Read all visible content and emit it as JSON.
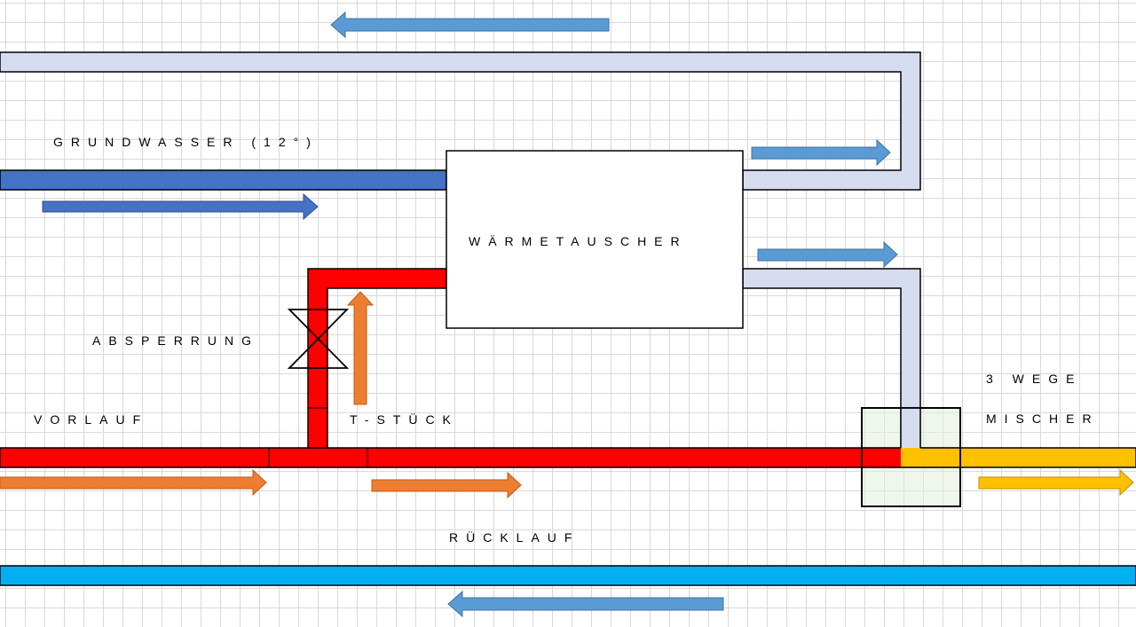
{
  "labels": {
    "grundwasser": "GRUNDWASSER (12°)",
    "waermetauscher": "WÄRMETAUSCHER",
    "absperrung": "ABSPERRUNG",
    "vorlauf": "VORLAUF",
    "t_stueck": "T-STÜCK",
    "mischer_line1": "3 WEGE",
    "mischer_line2": "MISCHER",
    "ruecklauf": "RÜCKLAUF"
  },
  "colors": {
    "groundwater_pipe": "#4472c4",
    "return_to_ground_pipe": "#d6dcf0",
    "supply_pipe": "#ff0000",
    "mixed_pipe": "#ffc000",
    "return_pipe": "#00b0f0",
    "flow_arrow_blue": "#5b9bd5",
    "flow_arrow_orange": "#ed7d31",
    "mixer_fill": "#e2efda"
  }
}
